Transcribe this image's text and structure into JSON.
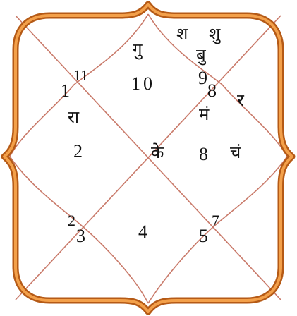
{
  "chart": {
    "frame_color": "#e0852e",
    "frame_dark": "#b55a16",
    "line_color": "#c97a6a",
    "houses": {
      "h1_top": "11",
      "h1_left": "1",
      "h10": "10",
      "h9_top": "9",
      "h9_bottom": "8",
      "h2": "2",
      "h8": "8",
      "h3_top": "2",
      "h3_bottom": "3",
      "h4": "4",
      "h5_left": "5",
      "h5_right": "7"
    },
    "planets": {
      "guru": "गु",
      "shani": "श",
      "shukra": "शु",
      "budh": "बु",
      "ravi": "र",
      "mangal": "मं",
      "rahu": "रा",
      "ketu": "के",
      "chandra": "चं"
    }
  }
}
